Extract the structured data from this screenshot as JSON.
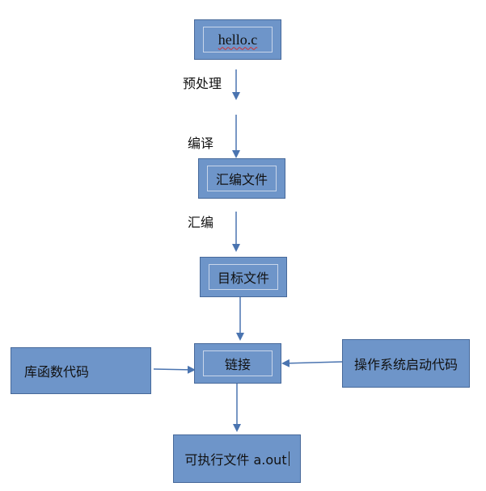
{
  "nodes": {
    "source": "hello.c",
    "asm": "汇编文件",
    "obj": "目标文件",
    "link": "链接",
    "lib": "库函数代码",
    "os": "操作系统启动代码",
    "exe": "可执行文件 a.out"
  },
  "edges": {
    "preprocess": "预处理",
    "compile": "编译",
    "assemble": "汇编"
  },
  "colors": {
    "node_fill": "#6e95c9",
    "node_border": "#47699a",
    "arrow": "#4a74b0"
  }
}
